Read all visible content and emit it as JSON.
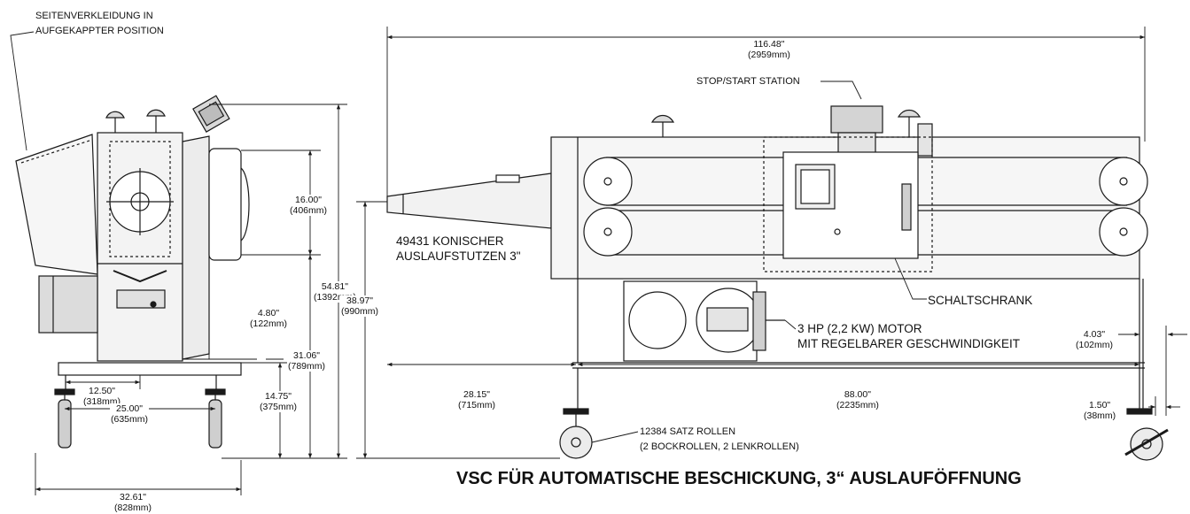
{
  "callouts": {
    "side_panel": [
      "SEITENVERKLEIDUNG IN",
      "AUFGEKAPPTER POSITION"
    ],
    "stop_start": "STOP/START STATION",
    "spout": [
      "49431 KONISCHER",
      "AUSLAUFSTUTZEN 3\""
    ],
    "cabinet": "SCHALTSCHRANK",
    "motor": [
      "3 HP (2,2 KW) MOTOR",
      "MIT REGELBARER GESCHWINDIGKEIT"
    ],
    "casters": [
      "12384 SATZ ROLLEN",
      "(2 BOCKROLLEN, 2 LENKROLLEN)"
    ]
  },
  "dimensions": {
    "overall_length": [
      "116.48\"",
      "(2959mm)"
    ],
    "guard_height": [
      "16.00\"",
      "(406mm)"
    ],
    "total_height": [
      "54.81\"",
      "(1392mm)"
    ],
    "spout_height": [
      "38.97\"",
      "(990mm)"
    ],
    "base_offset": [
      "4.80\"",
      "(122mm)"
    ],
    "top_height": [
      "31.06\"",
      "(789mm)"
    ],
    "frame_height": [
      "14.75\"",
      "(375mm)"
    ],
    "half_width": [
      "12.50\"",
      "(318mm)"
    ],
    "wheel_track": [
      "25.00\"",
      "(635mm)"
    ],
    "overall_width": [
      "32.61\"",
      "(828mm)"
    ],
    "spout_reach": [
      "28.15\"",
      "(715mm)"
    ],
    "frame_length": [
      "88.00\"",
      "(2235mm)"
    ],
    "end_overhang": [
      "4.03\"",
      "(102mm)"
    ],
    "end_post": [
      "1.50\"",
      "(38mm)"
    ]
  },
  "title": "VSC FÜR AUTOMATISCHE BESCHICKUNG, 3“ AUSLAUFÖFFNUNG",
  "colors": {
    "line": "#1a1a1a",
    "fill": "#f3f3f3",
    "background": "#ffffff"
  }
}
